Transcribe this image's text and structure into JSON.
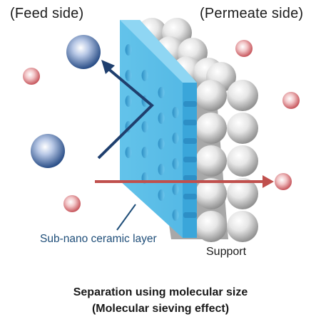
{
  "labels": {
    "feed_side": "(Feed side)",
    "permeate_side": "(Permeate side)",
    "layer": "Sub-nano ceramic layer",
    "support": "Support"
  },
  "caption": {
    "line1": "Separation using molecular size",
    "line2": "(Molecular sieving effect)"
  },
  "colors": {
    "membrane": "#5bbfe8",
    "membrane_dark": "#2f9fd4",
    "large_molecule": "#2a4f8a",
    "small_molecule": "#d36a6f",
    "pass_arrow": "#c0504d",
    "block_arrow": "#1f3f6e",
    "support_sphere": "#bdbdbd"
  }
}
